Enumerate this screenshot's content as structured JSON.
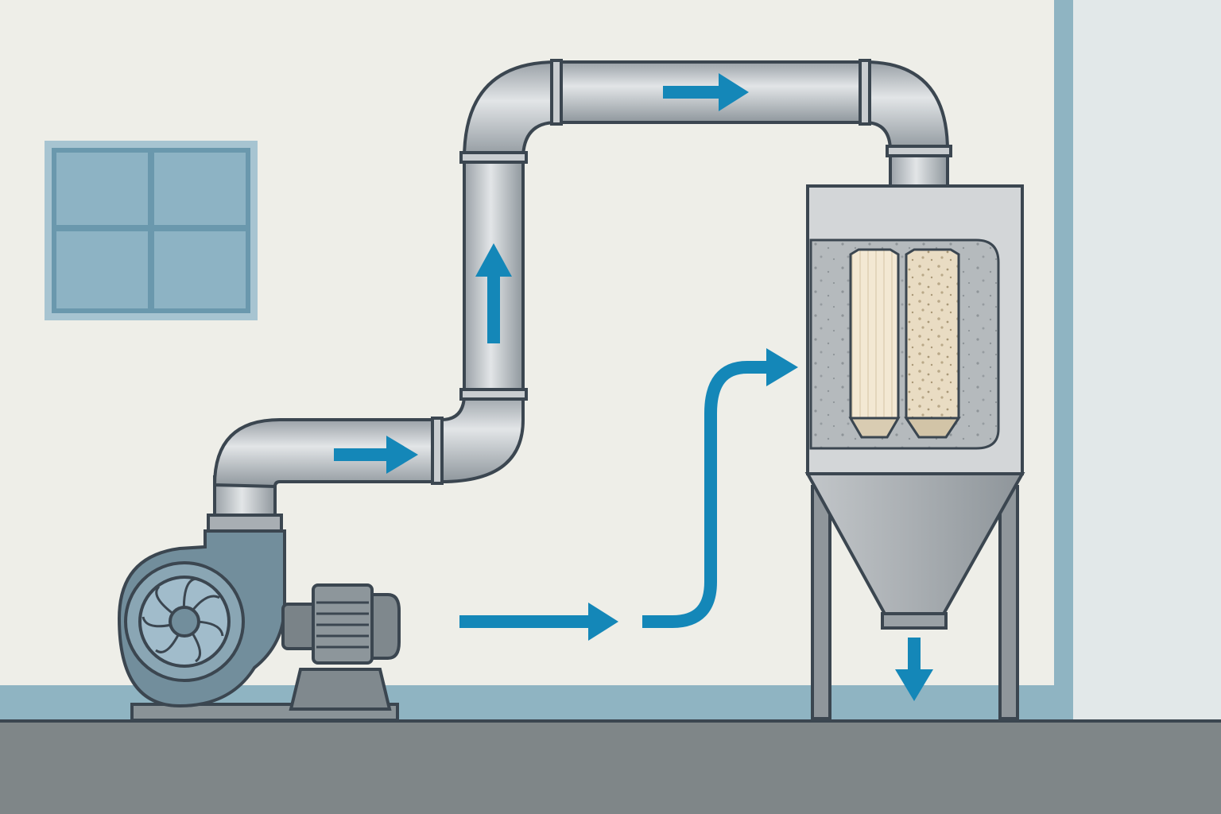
{
  "diagram": {
    "kind": "dust-collection-system",
    "labels": []
  },
  "components": {
    "window": {
      "icon": "window-icon"
    },
    "fan": {
      "icon": "centrifugal-fan-icon"
    },
    "motor": {
      "icon": "electric-motor-icon"
    },
    "duct": {
      "icon": "duct-pipe-icon"
    },
    "collector": {
      "icon": "baghouse-dust-collector-icon"
    },
    "filters": {
      "count": 2,
      "states": [
        "clean",
        "dust-laden"
      ]
    },
    "hopper": {
      "icon": "hopper-icon"
    }
  },
  "flow_arrows": [
    {
      "id": "duct-right",
      "direction": "right"
    },
    {
      "id": "duct-up",
      "direction": "up"
    },
    {
      "id": "duct-top-right",
      "direction": "right"
    },
    {
      "id": "floor-right",
      "direction": "right"
    },
    {
      "id": "into-collector",
      "direction": "up-right"
    },
    {
      "id": "discharge-down",
      "direction": "down"
    }
  ],
  "colors": {
    "wall": "#eeeee8",
    "wall_panel": "#e3e9ea",
    "trim": "#8fb4c2",
    "floor": "#7f8688",
    "window_glass": "#8db3c4",
    "window_frame": "#6a98ad",
    "duct": "#b7bcc1",
    "fan": "#728e9c",
    "motor": "#848d93",
    "collector": "#d3d6d8",
    "filter_clean": "#f2e6d0",
    "filter_dirty": "#e8dcc4",
    "arrow": "#1487b8",
    "outline": "#3b4650"
  }
}
